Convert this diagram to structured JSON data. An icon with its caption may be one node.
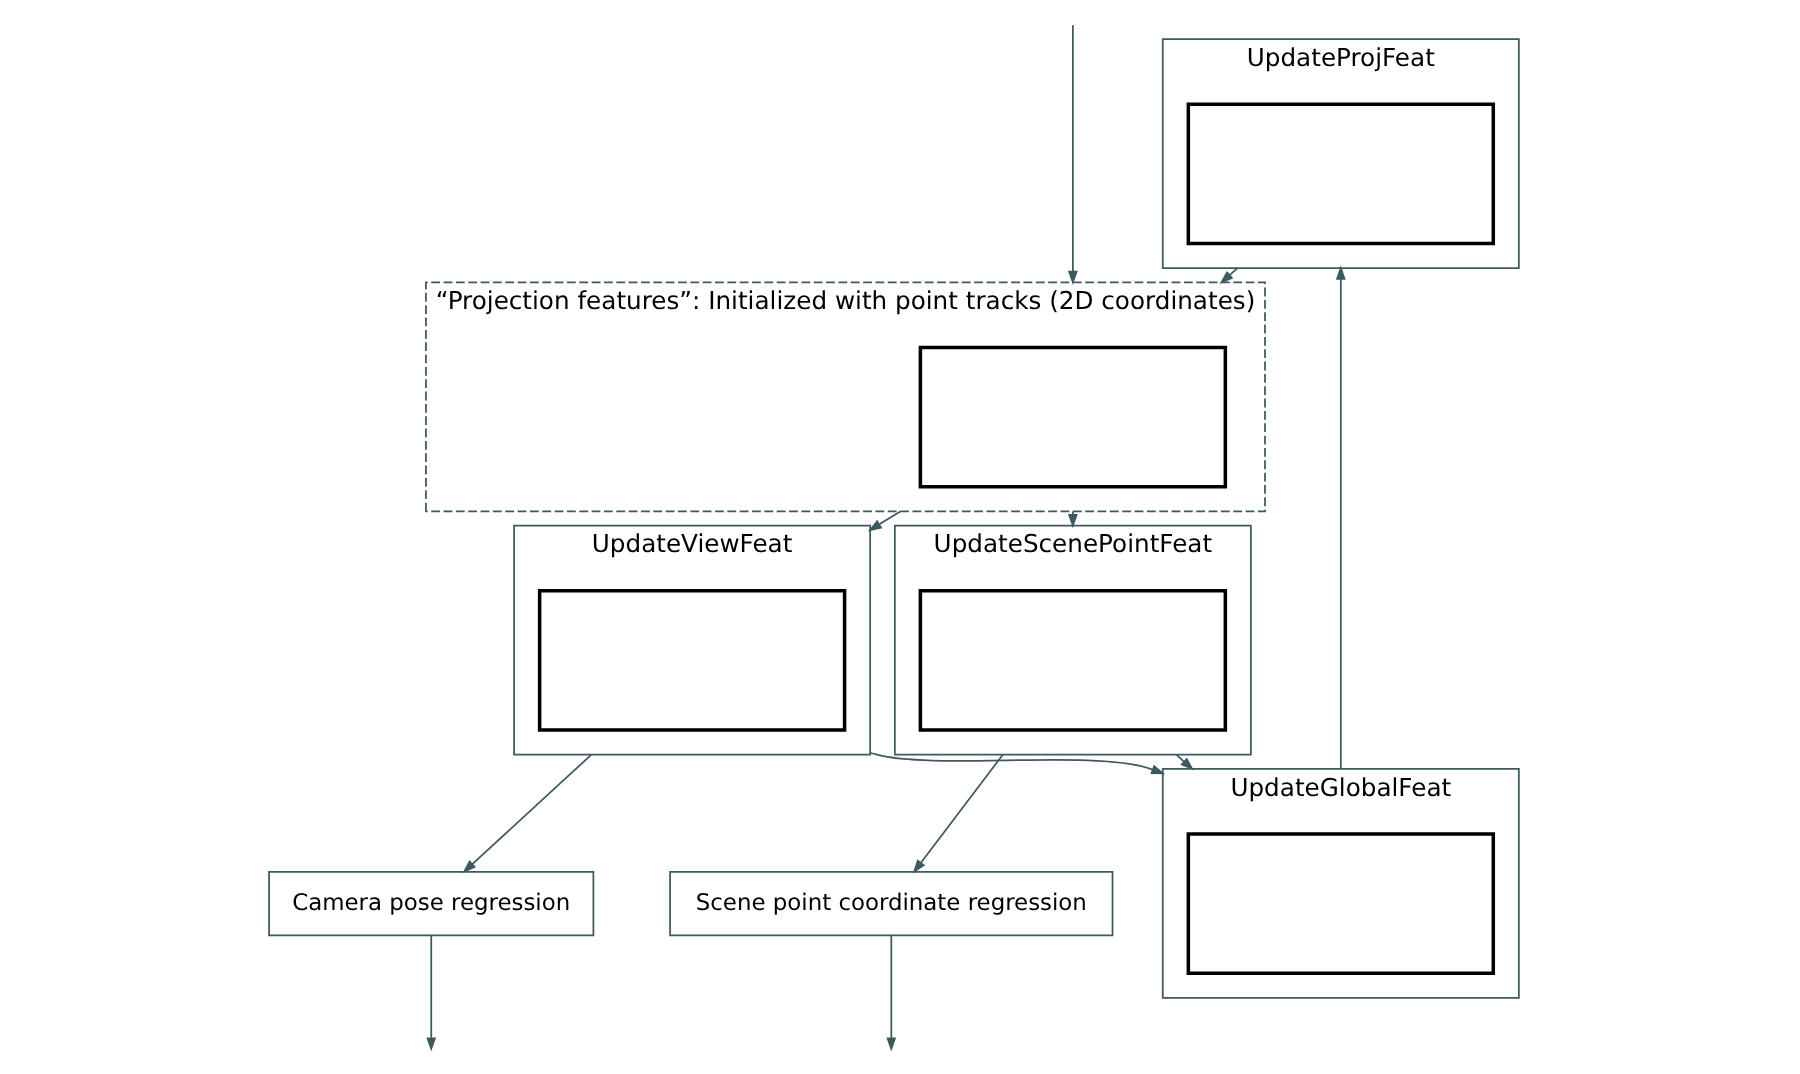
{
  "diagram": {
    "nodes": [
      {
        "text": [
          "“Projection features”: Initialized with point tracks (2D coordinates)"
        ]
      },
      {
        "text": [],
        "shape": "box",
        "in": 0
      },
      {
        "text": [
          "UpdateViewFeat"
        ]
      },
      {
        "text": [],
        "shape": "box",
        "in": 2
      },
      {
        "text": [
          "UpdateScenePointFeat"
        ]
      },
      {
        "text": [],
        "shape": "box",
        "in": 4
      },
      {
        "text": [
          "UpdateProjFeat"
        ]
      },
      {
        "text": [],
        "shape": "box",
        "in": 6
      },
      {
        "text": [
          "UpdateGlobalFeat"
        ]
      },
      {
        "text": [],
        "shape": "box",
        "in": 8
      },
      {
        "text": [
          "Camera pose regression"
        ]
      },
      {
        "text": [
          "Scene point coordinate regression"
        ]
      }
    ],
    "edges": [
      {
        "from": null,
        "to": 0,
        "arrow": "to"
      },
      {
        "from": 0,
        "to": 2,
        "arrow": "to"
      },
      {
        "from": 0,
        "to": 4,
        "arrow": "to"
      },
      {
        "from": 2,
        "to": 10,
        "arrow": "to"
      },
      {
        "from": 4,
        "to": 11,
        "arrow": "to"
      },
      {
        "from": 2,
        "to": 8,
        "arrow": "to"
      },
      {
        "from": 4,
        "to": 8,
        "arrow": "to"
      },
      {
        "from": 8,
        "to": 6,
        "arrow": "to"
      },
      {
        "from": 6,
        "to": 0,
        "arrow": "to"
      },
      {
        "from": 10,
        "to": null,
        "arrow": "to"
      },
      {
        "from": 11,
        "to": null,
        "arrow": "to"
      }
    ]
  }
}
